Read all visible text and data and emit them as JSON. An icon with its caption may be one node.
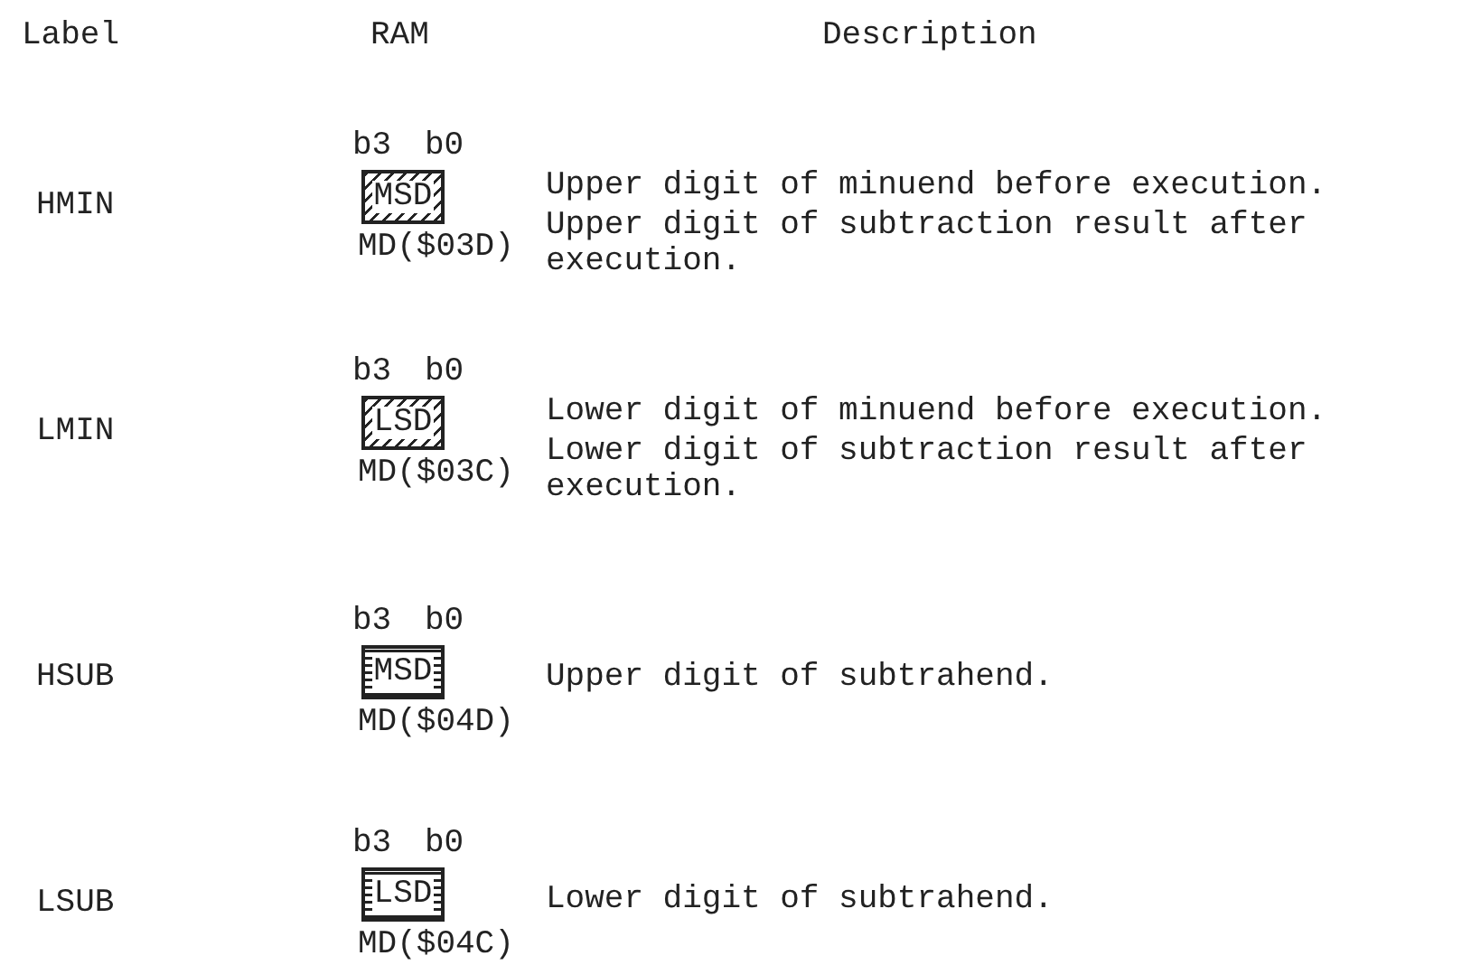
{
  "diagram": {
    "nodes": [
      {
        "text": [
          "MSD"
        ],
        "beside": [
          "b3",
          "b0",
          "MD($03D)"
        ]
      },
      {
        "text": [
          "LSD"
        ],
        "beside": [
          "b3",
          "b0",
          "MD($03C)"
        ]
      },
      {
        "text": [
          "MSD"
        ],
        "beside": [
          "b3",
          "b0",
          "MD($04D)"
        ]
      },
      {
        "text": [
          "LSD"
        ],
        "beside": [
          "b3",
          "b0",
          "MD($04C)"
        ]
      }
    ],
    "labels": [
      "Label",
      "RAM",
      "Description",
      "HMIN",
      "Upper digit of minuend before execution.",
      "Upper digit of subtraction result after execution.",
      "LMIN",
      "Lower digit of minuend before execution.",
      "Lower digit of subtraction result after execution.",
      "HSUB",
      "Upper digit of subtrahend.",
      "LSUB",
      "Lower digit of subtrahend."
    ]
  }
}
